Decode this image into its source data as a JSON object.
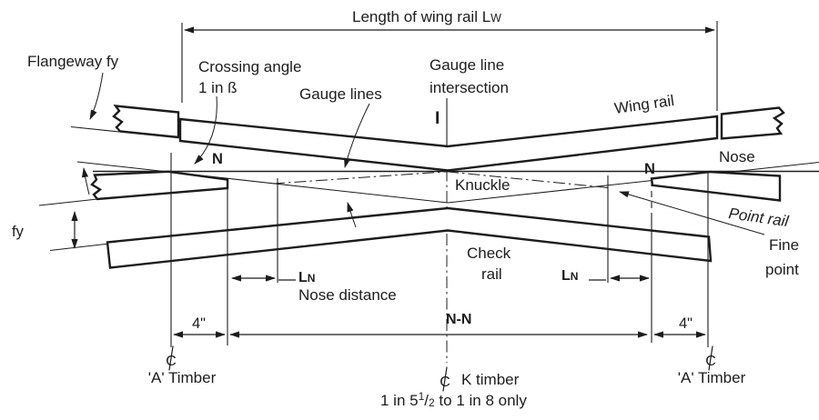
{
  "colors": {
    "ink": "#1c1c1c",
    "background": "#ffffff"
  },
  "diagram": {
    "length_dim": {
      "main": "Length of wing rail L",
      "sub": "W"
    },
    "flangeway": "Flangeway fy",
    "crossing_angle_line1": "Crossing angle",
    "crossing_angle_line2": "1 in ß",
    "gauge_lines": "Gauge lines",
    "gauge_intersection_line1": "Gauge line",
    "gauge_intersection_line2": "intersection",
    "i_mark": "I",
    "wing_rail": "Wing rail",
    "nose": "Nose",
    "n_mark": "N",
    "knuckle": "Knuckle",
    "point_rail": "Point rail",
    "fine_point_line1": "Fine",
    "fine_point_line2": "point",
    "check_rail_line1": "Check",
    "check_rail_line2": "rail",
    "ln": {
      "main": "L",
      "sub": "N"
    },
    "nose_distance": "Nose distance",
    "n_n": "N-N",
    "four_inches": "4\"",
    "fy": "fy",
    "a_timber": "'A' Timber",
    "centerline_letter": "C",
    "k_timber": "K timber",
    "note": {
      "p1": "1 in 5",
      "sup": "1",
      "slash": "/",
      "sub": "2",
      "p2": " to 1 in 8 only"
    }
  }
}
